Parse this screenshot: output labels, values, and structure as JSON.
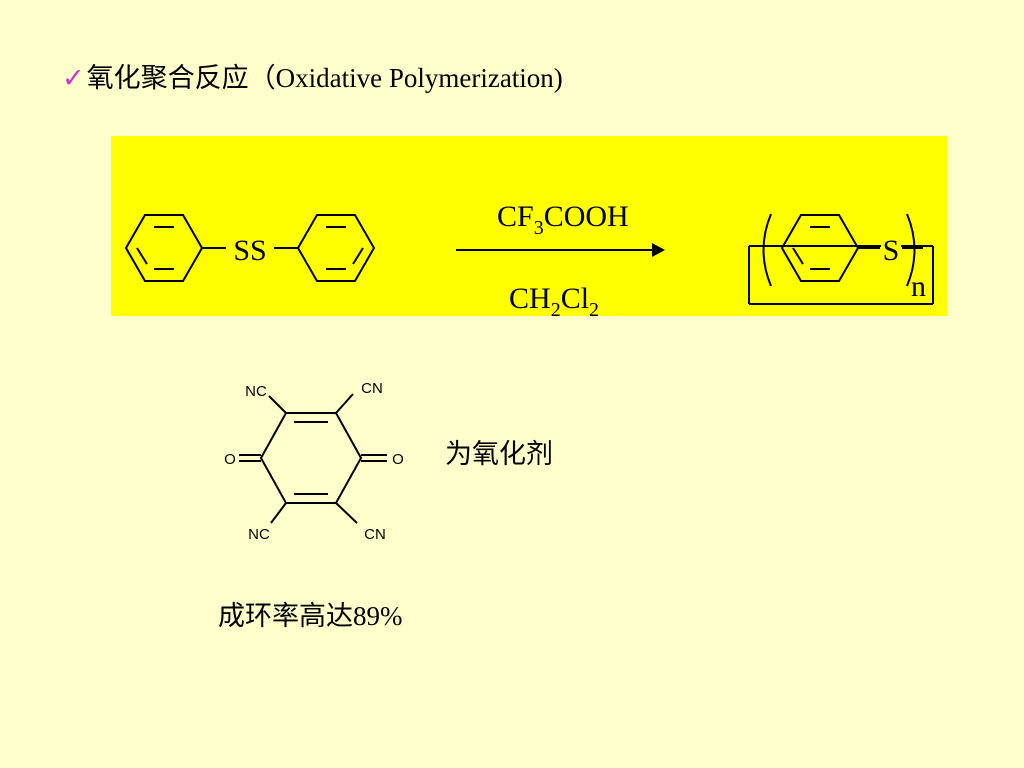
{
  "title": {
    "check_glyph": "✓",
    "text": "氧化聚合反应（Oxidative Polymerization)"
  },
  "reaction": {
    "reactant_group": "SS",
    "product_group": "S",
    "repeat_subscript": "n",
    "reagent_above": {
      "prefix": "CF",
      "sub": "3",
      "suffix": "COOH"
    },
    "reagent_below": {
      "prefix": "CH",
      "sub1": "2",
      "middle": "Cl",
      "sub2": "2"
    }
  },
  "oxidant": {
    "substituents": {
      "top_left": "NC",
      "top_right": "CN",
      "bottom_left": "NC",
      "bottom_right": "CN",
      "left_oxygen": "O",
      "right_oxygen": "O"
    },
    "label": "为氧化剂"
  },
  "yield_text": "成环率高达89%",
  "colors": {
    "page_background": "#ffffcc",
    "highlight_box": "#ffff00",
    "check_mark": "#cc33cc",
    "text": "#000000"
  }
}
